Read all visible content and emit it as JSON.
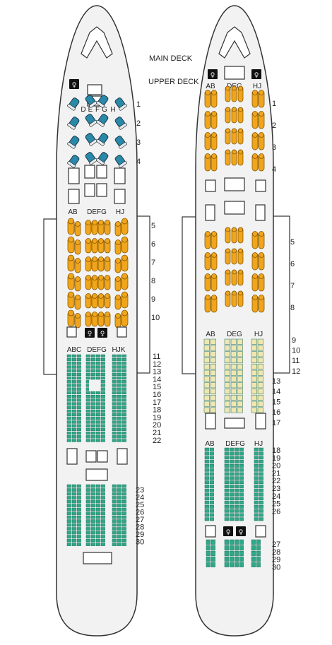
{
  "labels": {
    "main_deck": "MAIN DECK",
    "upper_deck": "UPPER DECK"
  },
  "colors": {
    "first": "#2a88a8",
    "business": "#f0a51c",
    "premium_economy": "#efe6b0",
    "economy": "#2fa888",
    "fuselage_fill": "#f2f2f2",
    "outline": "#333333"
  },
  "icons": [
    "toilet-icon",
    "galley-icon",
    "exit-door-icon",
    "cockpit-window-icon"
  ],
  "main_deck": {
    "first_headers": [
      "D",
      "E",
      "F",
      "G",
      "H"
    ],
    "first_rows": [
      "1",
      "2",
      "3",
      "4"
    ],
    "business_headers": [
      "AB",
      "DEFG",
      "HJ"
    ],
    "business_rows": [
      "5",
      "6",
      "7",
      "8",
      "9",
      "10"
    ],
    "economy_headers": [
      "ABC",
      "DEFG",
      "HJK"
    ],
    "economy_rows_front": [
      "11",
      "12",
      "13",
      "14",
      "15",
      "16",
      "17",
      "18",
      "19",
      "20",
      "21",
      "22"
    ],
    "economy_rows_rear": [
      "23",
      "24",
      "25",
      "26",
      "27",
      "28",
      "29",
      "30"
    ]
  },
  "upper_deck": {
    "business_headers": [
      "AB",
      "DEG",
      "HJ"
    ],
    "business_rows_a": [
      "1",
      "2",
      "3",
      "4"
    ],
    "business_rows_b": [
      "5",
      "6",
      "7",
      "8"
    ],
    "premium_headers": [
      "AB",
      "DEG",
      "HJ"
    ],
    "premium_rows": [
      "9",
      "10",
      "11",
      "12",
      "13",
      "14",
      "15",
      "16",
      "17"
    ],
    "economy_headers": [
      "AB",
      "DEFG",
      "HJ"
    ],
    "economy_rows_a": [
      "18",
      "19",
      "20",
      "21",
      "22",
      "23",
      "24",
      "25",
      "26"
    ],
    "economy_rows_b": [
      "27",
      "28",
      "29",
      "30"
    ]
  }
}
